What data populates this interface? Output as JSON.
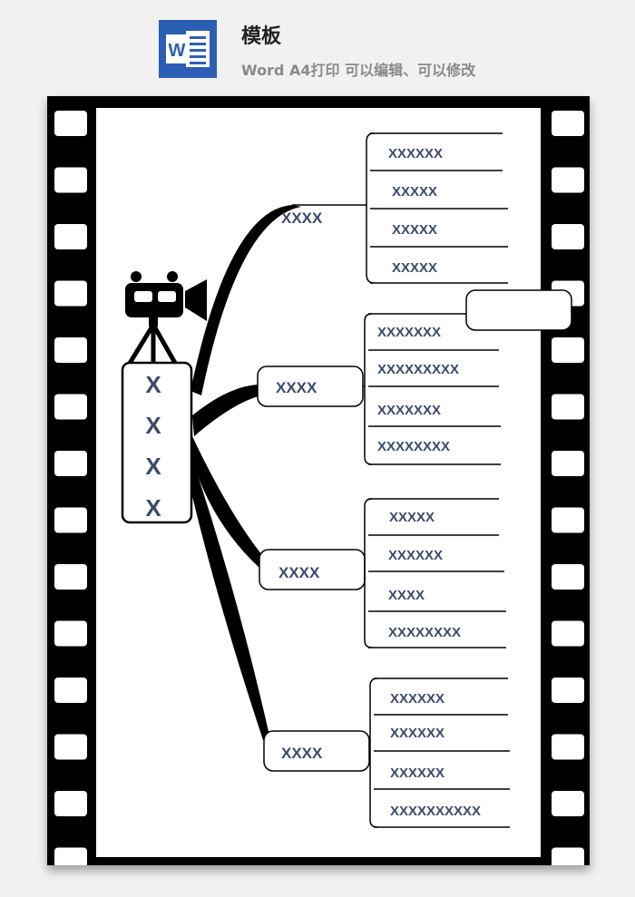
{
  "header": {
    "title": "模板",
    "subtitle": "Word A4打印 可以编辑、可以修改",
    "icon": "word-icon",
    "icon_color": "#2b5fb3"
  },
  "mindmap": {
    "center_letters": [
      "X",
      "X",
      "X",
      "X"
    ],
    "branches": [
      {
        "label": "XXXX",
        "items": [
          "XXXXXX",
          "XXXXX",
          "XXXXX",
          "XXXXX"
        ]
      },
      {
        "label": "XXXX",
        "items": [
          "XXXXXXX",
          "XXXXXXXXX",
          "XXXXXXX",
          "XXXXXXXX"
        ]
      },
      {
        "label": "XXXX",
        "items": [
          "XXXXX",
          "XXXXXX",
          "XXXX",
          "XXXXXXXX"
        ]
      },
      {
        "label": "XXXX",
        "items": [
          "XXXXXX",
          "XXXXXX",
          "XXXXXX",
          "XXXXXXXXXX"
        ]
      }
    ],
    "text_color": "#3b4a6b"
  }
}
